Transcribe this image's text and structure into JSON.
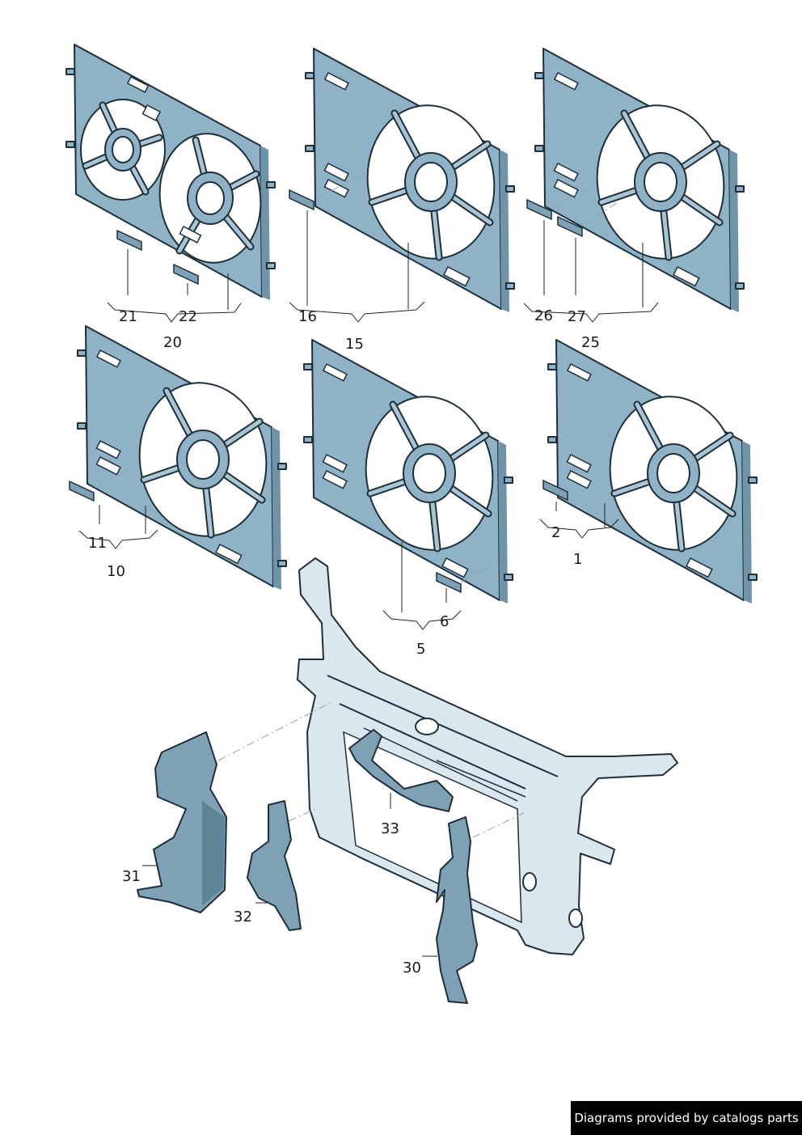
{
  "labels": {
    "p1": "1",
    "p2": "2",
    "p5": "5",
    "p6": "6",
    "p10": "10",
    "p11": "11",
    "p15": "15",
    "p16": "16",
    "p20": "20",
    "p21": "21",
    "p22": "22",
    "p25": "25",
    "p26": "26",
    "p27": "27",
    "p30": "30",
    "p31": "31",
    "p32": "32",
    "p33": "33"
  },
  "footer": {
    "text": "Diagrams provided by catalogs parts"
  },
  "colors": {
    "part_fill": "#8fb2c6",
    "carrier_fill": "#dbe7ee",
    "outline": "#1f2f3a",
    "badge_bg": "#000000"
  }
}
